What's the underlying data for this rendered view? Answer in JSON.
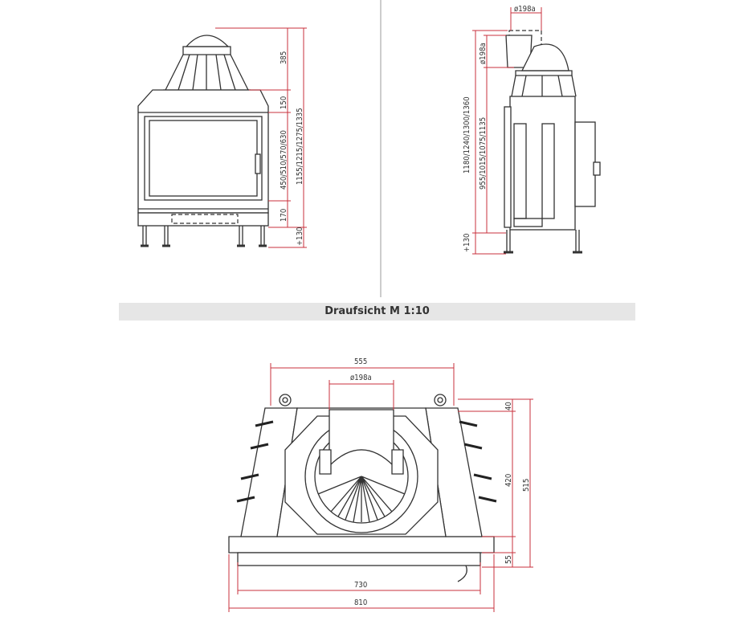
{
  "section_title": "Draufsicht M 1:10",
  "front_view": {
    "dims": {
      "top": "385",
      "upper": "150",
      "door": "450/510/570/630",
      "bottom": "170",
      "total": "1155/1215/1275/1335",
      "legs": "+130"
    }
  },
  "side_view": {
    "dims": {
      "flue_width": "ø198a",
      "flue_height": "ø198a",
      "total": "1180/1240/1300/1360",
      "body": "955/1015/1075/1135",
      "legs": "+130"
    }
  },
  "top_view": {
    "dims": {
      "width_top": "555",
      "flue": "ø198a",
      "d40": "40",
      "d420": "420",
      "d515": "515",
      "d55": "55",
      "width_730": "730",
      "width_810": "810"
    }
  }
}
